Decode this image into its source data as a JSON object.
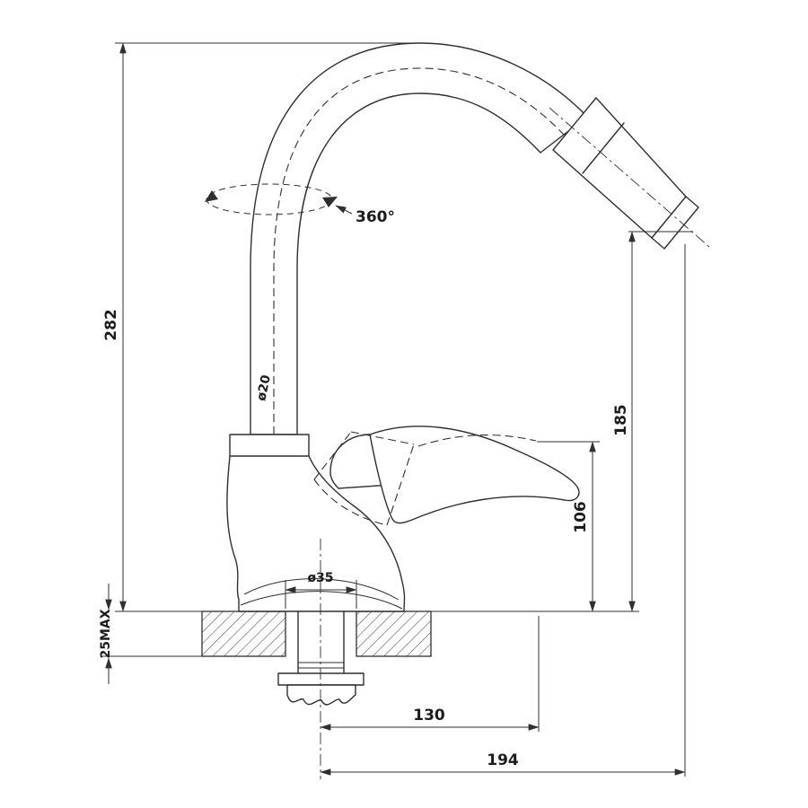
{
  "meta": {
    "title": "Kitchen faucet technical drawing"
  },
  "colors": {
    "ink": "#2f2f2f",
    "background": "#ffffff"
  },
  "labels": {
    "height_overall": "282",
    "spout_height": "185",
    "handle_height": "106",
    "reach_outlet": "130",
    "reach_overall": "194",
    "pipe_diameter": "ø20",
    "hole_diameter": "ø35",
    "deck_thickness_max": "25MAX",
    "swivel_angle": "360°"
  }
}
